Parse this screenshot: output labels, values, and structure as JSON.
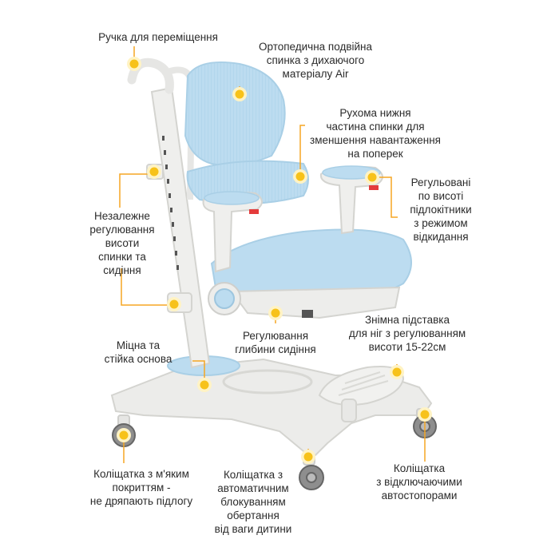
{
  "callouts": {
    "handle": [
      "Ручка для переміщення"
    ],
    "backrest": [
      "Ортопедична подвійна",
      "спинка з дихаючого",
      "матеріалу Air"
    ],
    "lower_back": [
      "Рухома нижня",
      "частина спинки для",
      "зменшення навантаження",
      "на поперек"
    ],
    "armrests": [
      "Регульовані",
      "по висоті",
      "підлокітники",
      "з режимом",
      "відкидання"
    ],
    "height_adjust": [
      "Незалежне",
      "регулювання",
      "висоти",
      "спинки та",
      "сидіння"
    ],
    "seat_depth": [
      "Регулювання",
      "глибини сидіння"
    ],
    "footrest": [
      "Знімна підставка",
      "для ніг з регулюванням",
      "висоти 15-22см"
    ],
    "base": [
      "Міцна та",
      "стійка основа"
    ],
    "soft_casters": [
      "Коліщатка з м'яким",
      "покриттям -",
      "не дряпають підлогу"
    ],
    "auto_lock_casters": [
      "Коліщатка з",
      "автоматичним",
      "блокуванням",
      "обертання",
      "від ваги дитини"
    ],
    "stopper_casters": [
      "Коліщатка",
      "з відключаючими",
      "автостопорами"
    ]
  },
  "colors": {
    "accent": "#f5a623",
    "marker": "#f7c21a",
    "upholstery": "#bcdcf0",
    "frame": "#ececea"
  }
}
